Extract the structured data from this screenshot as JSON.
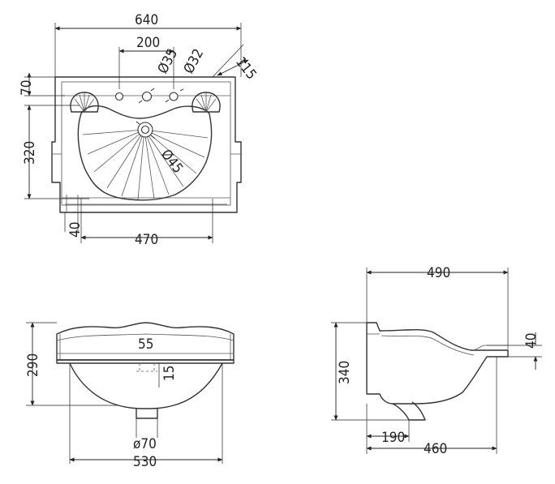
{
  "top_view": {
    "dimensions": {
      "overall_width": "640",
      "tap_spacing": "200",
      "tap_hole_1": "Ø35",
      "tap_hole_2": "Ø32",
      "splash_back": "115",
      "rim_depth": "70",
      "bowl_depth": "320",
      "waste_hole": "Ø45",
      "front_lip": "40",
      "bowl_width": "470"
    }
  },
  "front_view": {
    "dimensions": {
      "height": "290",
      "waste_offset": "55",
      "waste_drop": "15",
      "waste_diameter": "ø70",
      "width": "530"
    }
  },
  "side_view": {
    "dimensions": {
      "overall_depth": "490",
      "rim_height": "40",
      "height": "340",
      "bracket_depth": "190",
      "bowl_projection": "460"
    }
  },
  "colors": {
    "line": "#333333",
    "background": "#ffffff"
  }
}
